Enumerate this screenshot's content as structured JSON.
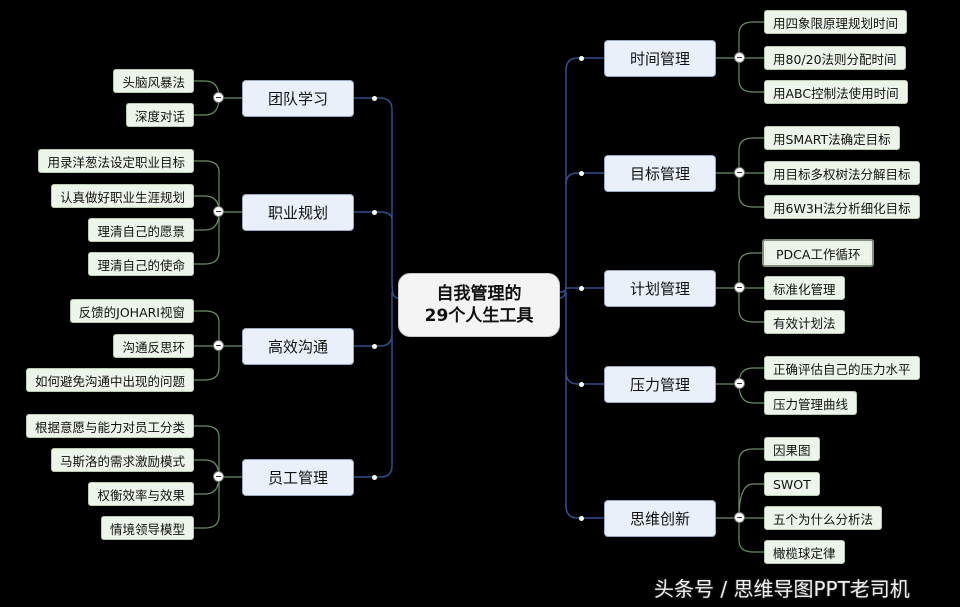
{
  "center": {
    "line1": "自我管理的",
    "line2": "29个人生工具"
  },
  "left": [
    {
      "label": "团队学习",
      "children": [
        "头脑风暴法",
        "深度对话"
      ]
    },
    {
      "label": "职业规划",
      "children": [
        "用录洋葱法设定职业目标",
        "认真做好职业生涯规划",
        "理清自己的愿景",
        "理清自己的使命"
      ]
    },
    {
      "label": "高效沟通",
      "children": [
        "反馈的JOHARI视窗",
        "沟通反思环",
        "如何避免沟通中出现的问题"
      ]
    },
    {
      "label": "员工管理",
      "children": [
        "根据意愿与能力对员工分类",
        "马斯洛的需求激励模式",
        "权衡效率与效果",
        "情境领导模型"
      ]
    }
  ],
  "right": [
    {
      "label": "时间管理",
      "children": [
        "用四象限原理规划时间",
        "用80/20法则分配时间",
        "用ABC控制法使用时间"
      ]
    },
    {
      "label": "目标管理",
      "children": [
        "用SMART法确定目标",
        "用目标多权树法分解目标",
        "用6W3H法分析细化目标"
      ]
    },
    {
      "label": "计划管理",
      "children": [
        "PDCA工作循环",
        "标准化管理",
        "有效计划法"
      ]
    },
    {
      "label": "压力管理",
      "children": [
        "正确评估自己的压力水平",
        "压力管理曲线"
      ]
    },
    {
      "label": "思维创新",
      "children": [
        "因果图",
        "SWOT",
        "五个为什么分析法",
        "橄榄球定律"
      ]
    }
  ],
  "watermark": "头条号 / 思维导图PPT老司机",
  "colors": {
    "connector": "#2f4f8f",
    "leaf_connector": "#6a8f66",
    "background": "#000000"
  }
}
